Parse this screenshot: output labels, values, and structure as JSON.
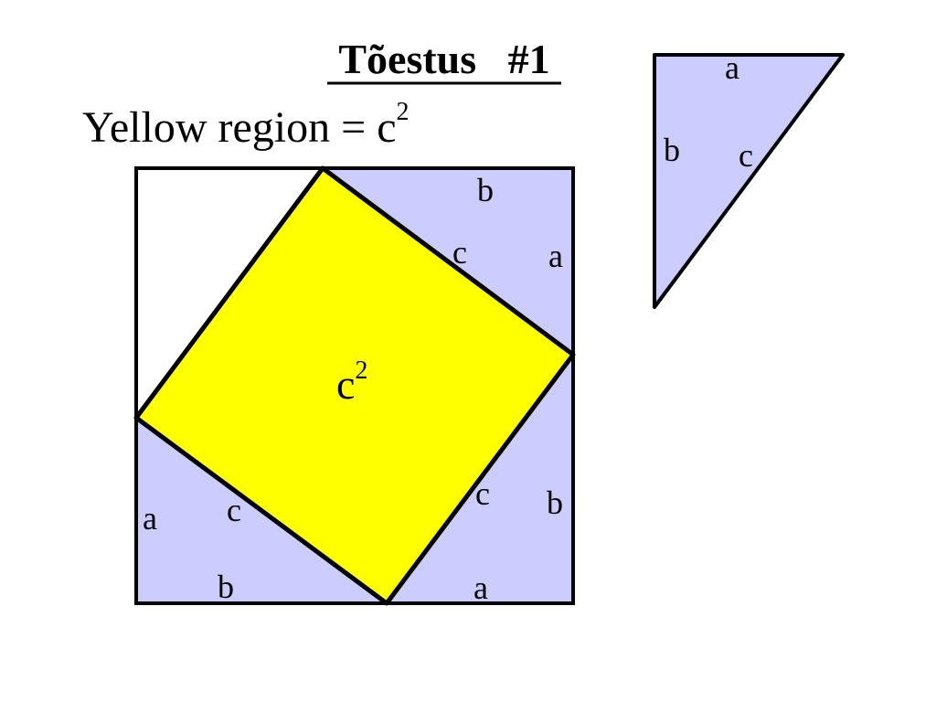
{
  "title": "Tõestus   #1",
  "caption": {
    "text": "Yellow region = c",
    "exponent": "2"
  },
  "colors": {
    "triangle_fill": "#ccccff",
    "square_fill": "#ffff00",
    "outline": "#000000",
    "background": "#ffffff"
  },
  "center_label": {
    "text": "c",
    "exponent": "2"
  },
  "edge_labels": {
    "top_right": {
      "top": "b",
      "hyp": "c",
      "right": "a"
    },
    "bottom_right": {
      "hyp": "c",
      "right": "b",
      "bottom": "a"
    },
    "bottom_left": {
      "left": "a",
      "hyp": "c",
      "bottom": "b"
    }
  },
  "reference_triangle": {
    "top": "a",
    "left": "b",
    "hyp": "c"
  }
}
